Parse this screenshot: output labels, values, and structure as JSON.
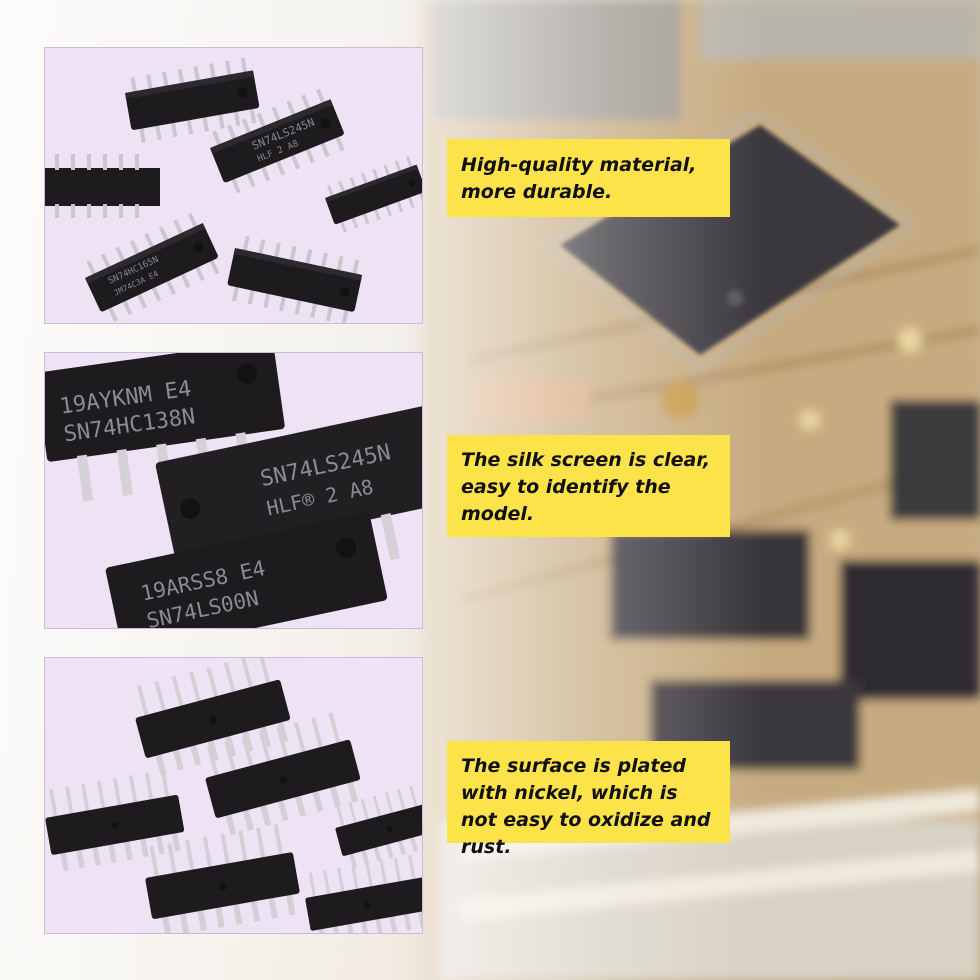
{
  "callouts": [
    {
      "text": "High-quality material, more durable."
    },
    {
      "text": "The silk screen is clear, easy to identify the model."
    },
    {
      "text": "The surface is plated with nickel, which is not easy to oxidize and rust."
    }
  ],
  "chip_markings": {
    "photo1": [
      "SN74LS245N",
      "HLF   2 A8",
      "SN74HC165N",
      "JM74C3A   E4"
    ],
    "photo2": [
      "19AYKNM E4",
      "SN74HC138N",
      "SN74LS245N",
      "HLF®   2 A8",
      "19ARSS8 E4",
      "SN74LS00N"
    ]
  },
  "colors": {
    "callout_bg": "#fde34a",
    "chip_body": "#1d1b1e",
    "photo_bg": "#eee3f4",
    "pcb": "#c9aa7c"
  }
}
